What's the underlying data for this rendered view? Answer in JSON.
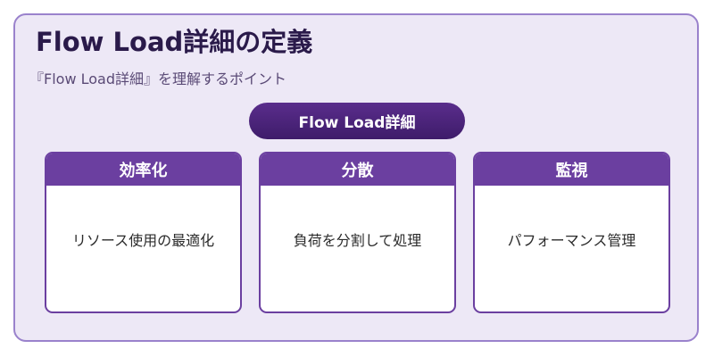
{
  "title": "Flow Load詳細の定義",
  "subtitle": "『Flow Load詳細』を理解するポイント",
  "root": {
    "label": "Flow Load詳細"
  },
  "cards": [
    {
      "header": "効率化",
      "body": "リソース使用の最適化"
    },
    {
      "header": "分散",
      "body": "負荷を分割して処理"
    },
    {
      "header": "監視",
      "body": "パフォーマンス管理"
    }
  ],
  "colors": {
    "accent": "#6b3fa0",
    "root_fill": "#4a2478",
    "panel_background": "#ede8f6",
    "panel_border": "#9a82cc"
  }
}
